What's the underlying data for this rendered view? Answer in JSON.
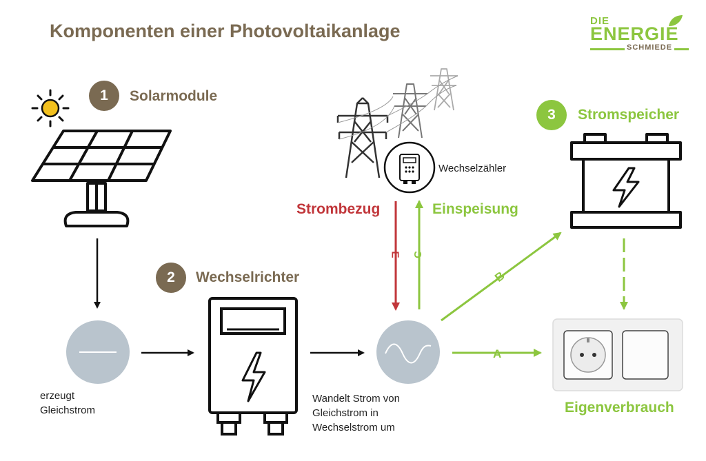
{
  "title": "Komponenten einer Photovoltaikanlage",
  "logo": {
    "line1": "DIE",
    "line2": "ENERGIE",
    "line3": "SCHMIEDE"
  },
  "steps": [
    {
      "number": "1",
      "label": "Solarmodule"
    },
    {
      "number": "2",
      "label": "Wechselrichter"
    },
    {
      "number": "3",
      "label": "Stromspeicher"
    }
  ],
  "notes": {
    "dc_line1": "erzeugt",
    "dc_line2": "Gleichstrom",
    "inverter_line1": "Wandelt Strom von",
    "inverter_line2": "Gleichstrom in",
    "inverter_line3": "Wechselstrom um",
    "meter": "Wechselzähler"
  },
  "flows": {
    "grid_draw": "Strombezug",
    "feed_in": "Einspeisung",
    "consumption": "Eigenverbrauch",
    "arrow_a": "A",
    "arrow_b": "B",
    "arrow_c": "C",
    "arrow_e": "E"
  },
  "colors": {
    "brown": "#7a6a52",
    "green": "#8cc63f",
    "red": "#c1363a",
    "grey_circle": "#b9c4cd",
    "sun": "#f2c01e"
  },
  "icons": [
    "sun-icon",
    "solar-panel-icon",
    "dc-symbol-icon",
    "inverter-icon",
    "ac-symbol-icon",
    "power-pylon-icon",
    "electric-meter-icon",
    "battery-icon",
    "socket-switch-icon",
    "logo-leaf-icon"
  ]
}
